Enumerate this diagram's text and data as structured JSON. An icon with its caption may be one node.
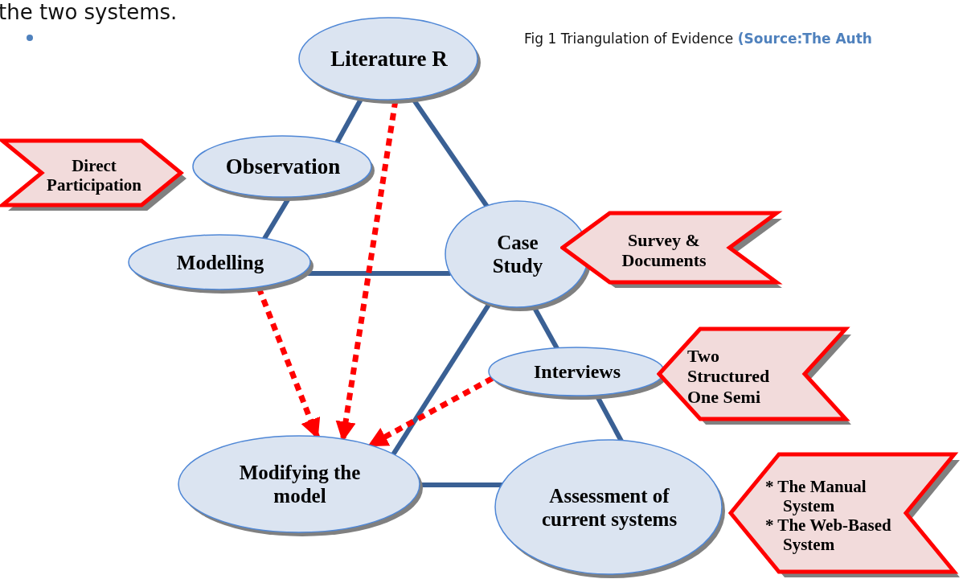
{
  "diagram": {
    "caption": "Fig 1 Triangulation of Evidence **(Source:The Auth**",
    "nodes": [
      {
        "text": [
          "Literature R"
        ]
      },
      {
        "text": [
          "Direct Participation"
        ]
      },
      {
        "text": [
          "Observation"
        ]
      },
      {
        "text": [
          "Modelling"
        ]
      },
      {
        "text": [
          "Case Study"
        ]
      },
      {
        "text": [
          "Survey & Documents"
        ]
      },
      {
        "text": [
          "Interviews"
        ]
      },
      {
        "text": [
          "Two Structured One Semi"
        ]
      },
      {
        "text": [
          "Modifying the model"
        ]
      },
      {
        "text": [
          "Assessment of current systems"
        ]
      },
      {
        "text": [
          "* The Manual System",
          "* The Web-Based System"
        ]
      }
    ],
    "edges": [
      {
        "from": 0,
        "to": 2,
        "arrow": "none"
      },
      {
        "from": 0,
        "to": 4,
        "arrow": "none"
      },
      {
        "from": 2,
        "to": 3,
        "arrow": "none"
      },
      {
        "from": 3,
        "to": 4,
        "arrow": "none"
      },
      {
        "from": 4,
        "to": 6,
        "arrow": "none"
      },
      {
        "from": 6,
        "to": 9,
        "arrow": "none"
      },
      {
        "from": 4,
        "to": 8,
        "arrow": "none"
      },
      {
        "from": 8,
        "to": 9,
        "arrow": "none"
      },
      {
        "from": 0,
        "to": 8,
        "arrow": "to",
        "style": "dashed",
        "color": "#ff0000"
      },
      {
        "from": 3,
        "to": 8,
        "arrow": "to",
        "style": "dashed",
        "color": "#ff0000"
      },
      {
        "from": 6,
        "to": 8,
        "arrow": "to",
        "style": "dashed",
        "color": "#ff0000"
      }
    ],
    "labels": [
      "the two systems."
    ]
  }
}
